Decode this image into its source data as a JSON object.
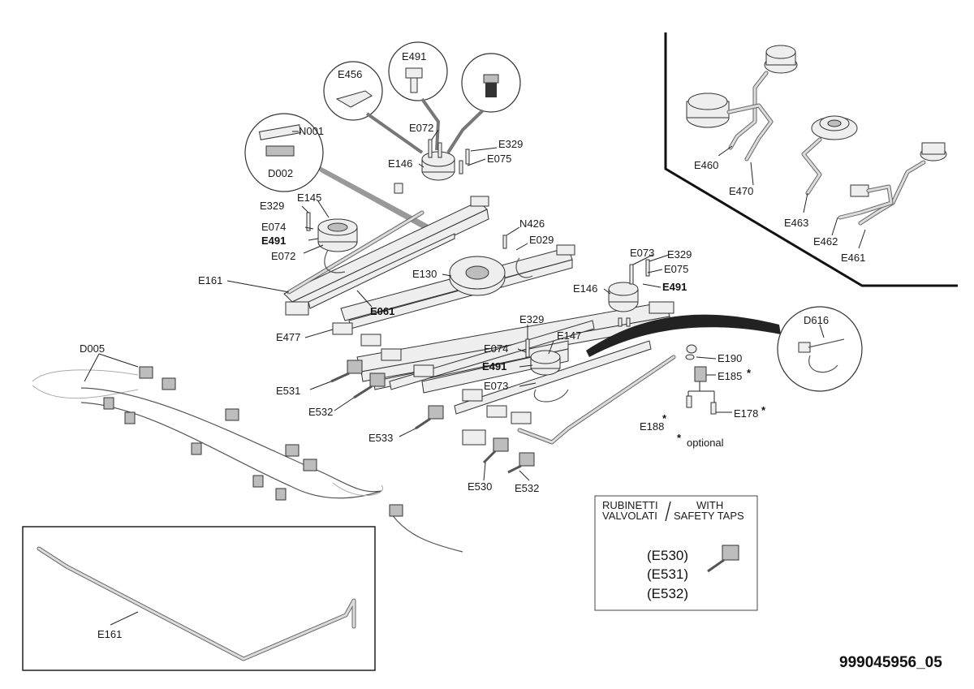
{
  "doc_id": "999045956_05",
  "parts": {
    "e456": "E456",
    "e491": "E491",
    "e072": "E072",
    "e329": "E329",
    "e075": "E075",
    "e146": "E146",
    "n001": "N001",
    "d002": "D002",
    "e145": "E145",
    "e074": "E074",
    "e161": "E161",
    "e061": "E061",
    "n426": "N426",
    "e029": "E029",
    "e130": "E130",
    "e073": "E073",
    "e477": "E477",
    "e147": "E147",
    "d005": "D005",
    "e531": "E531",
    "e532": "E532",
    "e533": "E533",
    "e530": "E530",
    "d616": "D616",
    "e190": "E190",
    "e185": "E185",
    "e178": "E178",
    "e188": "E188",
    "e460": "E460",
    "e470": "E470",
    "e463": "E463",
    "e462": "E462",
    "e461": "E461"
  },
  "markers": {
    "asterisk": "*"
  },
  "notes": {
    "optional": "optional"
  },
  "legend": {
    "it_line1": "RUBINETTI",
    "it_line2": "VALVOLATI",
    "en_line1": "WITH",
    "en_line2": "SAFETY TAPS",
    "items": [
      "(E530)",
      "(E531)",
      "(E532)"
    ]
  }
}
